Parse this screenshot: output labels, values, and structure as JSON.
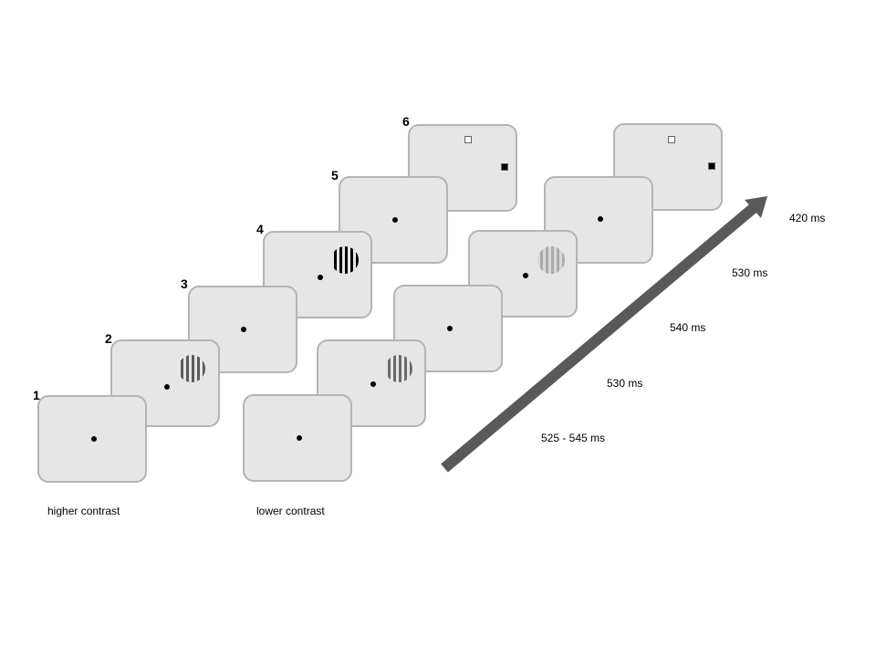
{
  "frame_numbers": [
    "1",
    "2",
    "3",
    "4",
    "5",
    "6"
  ],
  "conditions": {
    "higher": "higher contrast",
    "lower": "lower contrast"
  },
  "durations": [
    "525 - 545 ms",
    "530 ms",
    "540 ms",
    "530 ms",
    "420 ms"
  ],
  "colors": {
    "frame_fill": "#e6e6e6",
    "frame_border": "#b4b4b4",
    "arrow": "#595959",
    "fixation": "#000000"
  }
}
